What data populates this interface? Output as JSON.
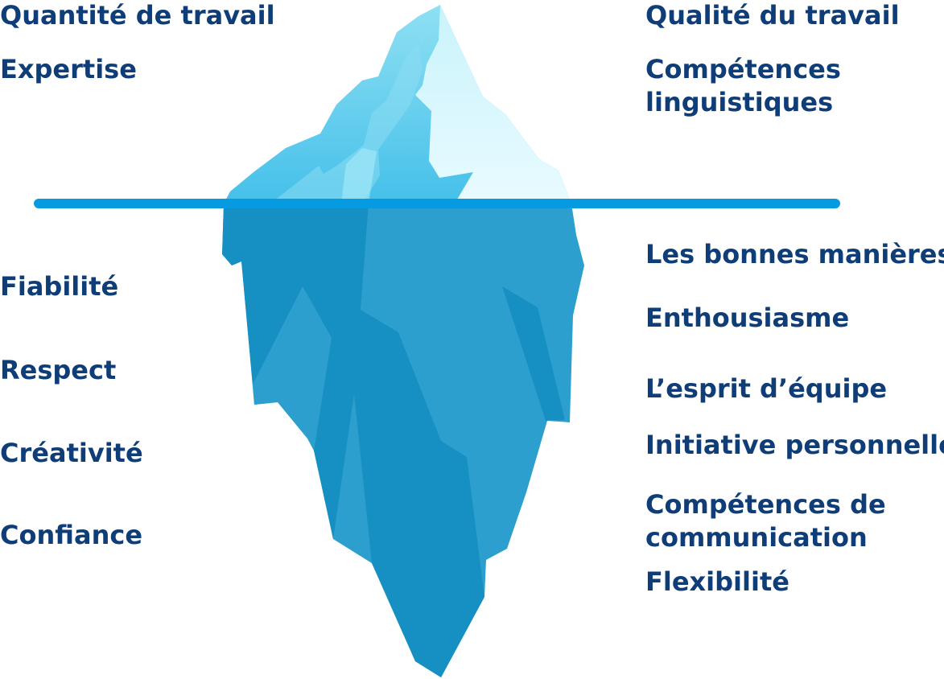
{
  "diagram": {
    "left_labels": [
      "Quantité de travail",
      "Expertise",
      "Fiabilité",
      "Respect",
      "Créativité",
      "Confiance"
    ],
    "right_labels": [
      "Qualité du travail",
      "Compétences linguistiques",
      "Les bonnes manières",
      "Enthousiasme",
      "L’esprit d’équipe",
      "Initiative personnelle",
      "Compétences de communication",
      "Flexibilité"
    ]
  }
}
